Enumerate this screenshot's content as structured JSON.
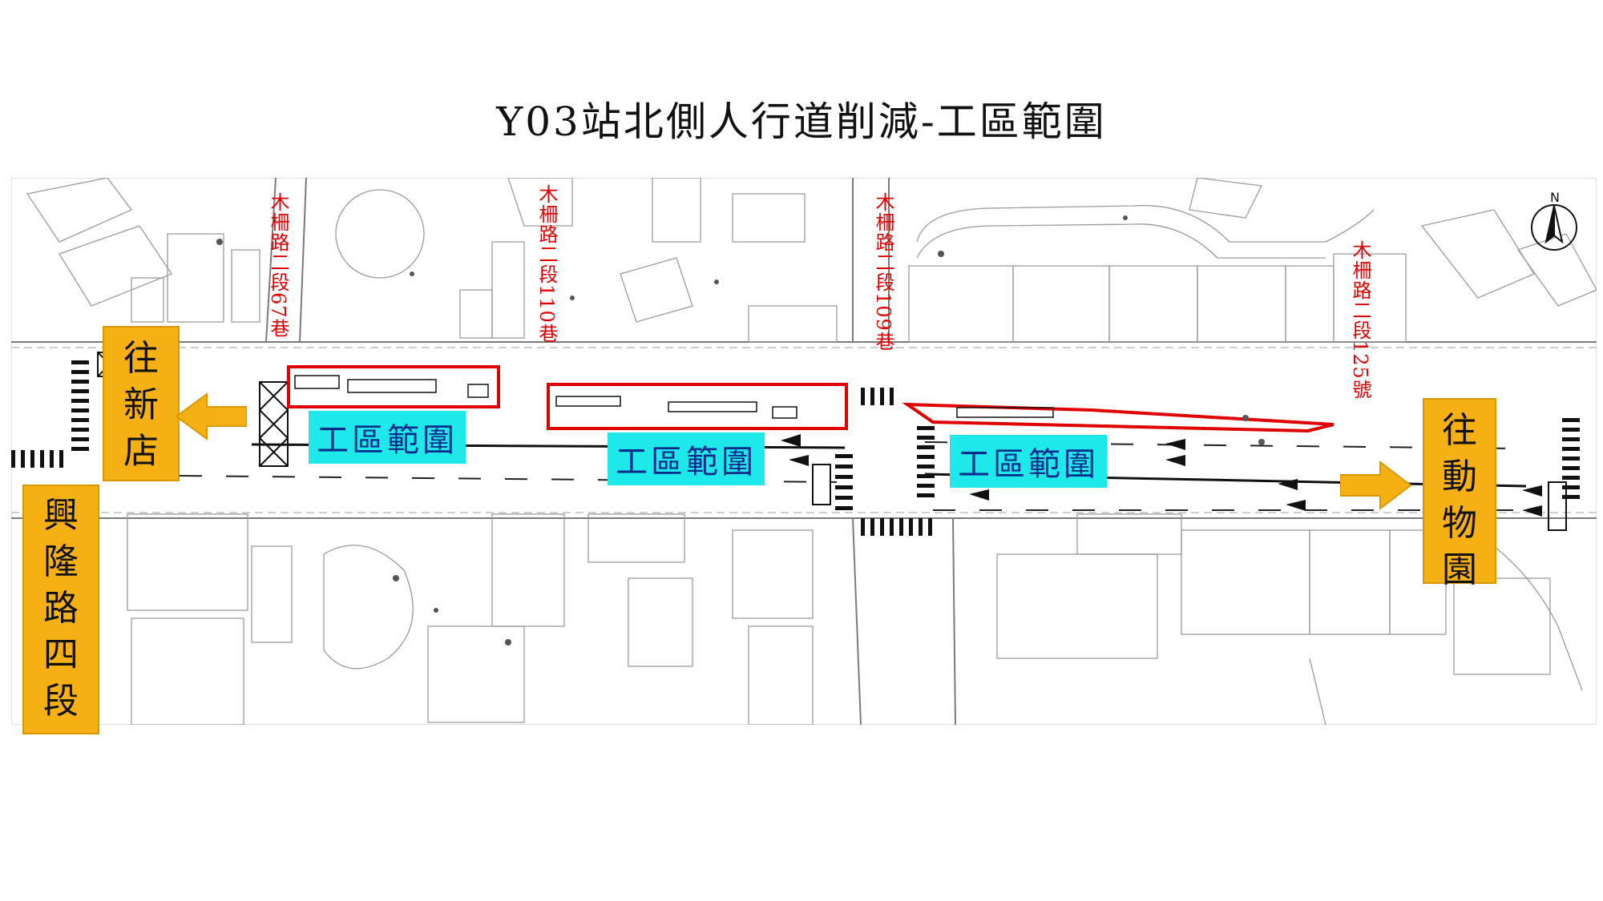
{
  "title": "Y03站北側人行道削減-工區範圍",
  "streets": {
    "lane_67": "木柵路二段67巷",
    "lane_110": "木柵路二段110巷",
    "lane_109": "木柵路二段109巷",
    "no_125": "木柵路二段125號"
  },
  "zones": [
    "工區範圍",
    "工區範圍",
    "工區範圍"
  ],
  "directions": {
    "xindian": [
      "往",
      "新",
      "店"
    ],
    "zoo": [
      "往",
      "動",
      "物",
      "園"
    ],
    "xinglong": [
      "興",
      "隆",
      "路",
      "四",
      "段"
    ]
  },
  "north_marker": "N",
  "colors": {
    "work_zone_outline": "#e00000",
    "zone_label_bg": "#1ee8ea",
    "zone_label_text": "#0b2c8a",
    "direction_box": "#f5b014"
  }
}
